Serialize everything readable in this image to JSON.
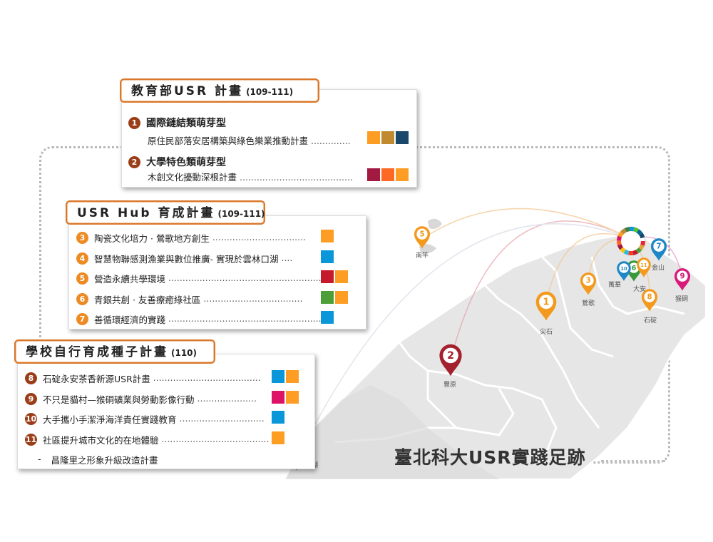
{
  "title": "臺北科大USR實踐足跡",
  "colors": {
    "tab_border": "#d9772b",
    "num_brown": "#a0441f",
    "num_orange": "#ee8a22",
    "map_fill": "#e6e6e6",
    "map_stroke": "#ffffff"
  },
  "sections": [
    {
      "tab": "教育部USR 計畫",
      "years": "(109-111)",
      "items": [
        {
          "num": "1",
          "heading": "國際鏈結類萌芽型",
          "text": "原住民部落安居構築與綠色樂業推動計畫",
          "dots": "..............",
          "sdg": [
            "#fd9d24",
            "#bf8b2e",
            "#19486a"
          ]
        },
        {
          "num": "2",
          "heading": "大學特色類萌芽型",
          "text": "木創文化擾動深根計畫",
          "dots": "........................................",
          "sdg": [
            "#a21942",
            "#fd6925",
            "#fd9d24"
          ]
        }
      ]
    },
    {
      "tab": "USR Hub 育成計畫",
      "years": "(109-111)",
      "items": [
        {
          "num": "3",
          "text": "陶瓷文化培力 · 鶯歌地方創生",
          "dots": ".................................",
          "sdg": [
            "#fd9d24"
          ]
        },
        {
          "num": "4",
          "text": "智慧物聯感測漁業與數位推廣- 實現於雲林口湖",
          "dots": "....",
          "sdg": [
            "#0a97d9"
          ]
        },
        {
          "num": "5",
          "text": "營造永續共學環境",
          "dots": ".......................................................",
          "sdg": [
            "#c5192d",
            "#fd9d24"
          ]
        },
        {
          "num": "6",
          "text": "青銀共創 · 友善療癒綠社區",
          "dots": "...................................",
          "sdg": [
            "#4c9f38",
            "#fd9d24"
          ]
        },
        {
          "num": "7",
          "text": "善循環經濟的實踐",
          "dots": ".......................................................",
          "sdg": [
            "#0a97d9"
          ]
        }
      ]
    },
    {
      "tab": "學校自行育成種子計畫",
      "years": "(110)",
      "items": [
        {
          "num": "8",
          "text": "石碇永安茶香新源USR計畫",
          "dots": "......................................",
          "sdg": [
            "#0a97d9",
            "#fd9d24"
          ]
        },
        {
          "num": "9",
          "text": "不只是貓村—猴硐礦業與勞動影像行動",
          "dots": ".....................",
          "sdg": [
            "#dd1367",
            "#fd9d24"
          ]
        },
        {
          "num": "10",
          "text": "大手攜小手潔淨海洋責任實踐教育",
          "dots": "..............................",
          "sdg": [
            "#0a97d9"
          ]
        },
        {
          "num": "11",
          "text": "社區提升城市文化的在地體驗",
          "dots": "......................................",
          "sdg": [
            "#fd9d24"
          ]
        },
        {
          "num": "-",
          "text": "昌隆里之形象升級改造計畫",
          "dots": "",
          "sdg": []
        }
      ]
    }
  ],
  "pins": [
    {
      "num": "1",
      "label": "尖石",
      "color": "#f39a1e"
    },
    {
      "num": "2",
      "label": "豐原",
      "color": "#a3202e"
    },
    {
      "num": "3",
      "label": "鶯歌",
      "color": "#f39a1e"
    },
    {
      "num": "4",
      "label": "口湖",
      "color": "#1f87c7"
    },
    {
      "num": "5",
      "label": "南竿",
      "color": "#f39a1e"
    },
    {
      "num": "6",
      "label": "大安",
      "color": "#3a9a3a"
    },
    {
      "num": "7",
      "label": "金山",
      "color": "#1f87c7"
    },
    {
      "num": "8",
      "label": "石碇",
      "color": "#f39a1e"
    },
    {
      "num": "9",
      "label": "猴硐",
      "color": "#d81a7b"
    },
    {
      "num": "10",
      "label": "萬華",
      "color": "#1f87c7"
    },
    {
      "num": "11",
      "label": "",
      "color": "#f39a1e"
    }
  ]
}
